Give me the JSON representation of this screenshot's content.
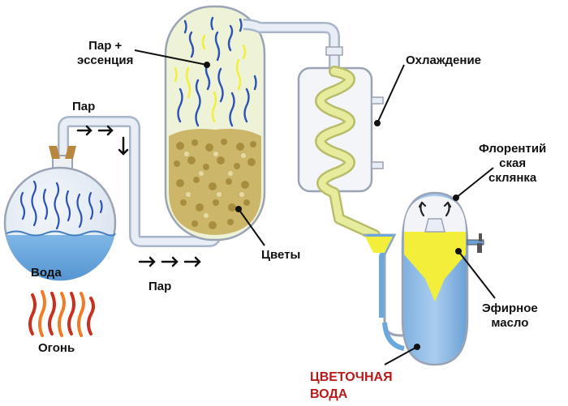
{
  "labels": {
    "steam_essence": "Пар +\nэссенция",
    "steam_top": "Пар",
    "steam_bottom": "Пар",
    "cooling": "Охлаждение",
    "florentine_flask": "Флорентий\nская\nсклянка",
    "water": "Вода",
    "fire": "Огонь",
    "flowers": "Цветы",
    "essential_oil": "Эфирное\nмасло",
    "flower_water": "ЦВЕТОЧНАЯ\nВОДА"
  },
  "colors": {
    "water_blue": "#6aa8dd",
    "water_light": "#bcd6f2",
    "glass": "#eef0f4",
    "glass_edge": "#9aa4b4",
    "tube_outer": "#a9b5c9",
    "tube_inner": "#e9eef6",
    "column_fill": "#eef2d6",
    "coil": "#e7ec9c",
    "coil_edge": "#b9bd6a",
    "oil_yellow": "#f2ee3a",
    "steam_blue": "#2b52b8",
    "steam_yellow": "#f2ee3a",
    "flowers": "#cbb66a",
    "fire_red": "#c8301f",
    "fire_orange": "#f07c2a",
    "cork": "#b8863c",
    "label_red": "#b81a1a"
  },
  "icons": [
    "arrow-right-icon",
    "arrow-down-icon",
    "fire-icon",
    "cork-icon",
    "tap-icon",
    "steam-wave-icon"
  ]
}
